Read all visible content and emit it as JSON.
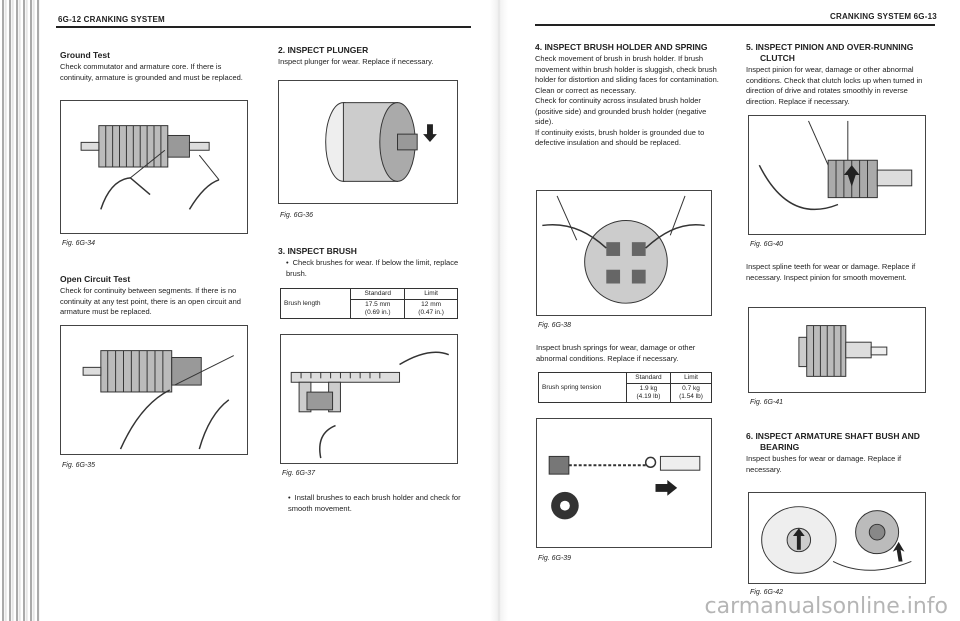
{
  "left": {
    "header": "6G-12 CRANKING SYSTEM",
    "ground": {
      "title": "Ground Test",
      "body": "Check commutator and armature core. If there is continuity, armature is grounded and must be replaced.",
      "fig": "Fig. 6G-34"
    },
    "open": {
      "title": "Open Circuit Test",
      "body": "Check for continuity between segments. If there is no continuity at any test point, there is an open circuit and armature must be replaced.",
      "fig": "Fig. 6G-35"
    },
    "plunger": {
      "title": "2. INSPECT PLUNGER",
      "body": "Inspect plunger for wear. Replace if necessary.",
      "fig": "Fig. 6G-36"
    },
    "brush": {
      "title": "3. INSPECT BRUSH",
      "bullet1": "Check brushes for wear. If below the limit, replace brush.",
      "table": {
        "h_standard": "Standard",
        "h_limit": "Limit",
        "row": "Brush length",
        "std1": "17.5 mm",
        "std2": "(0.69 in.)",
        "lim1": "12 mm",
        "lim2": "(0.47 in.)"
      },
      "fig": "Fig. 6G-37",
      "bullet2": "Install brushes to each brush holder and check for smooth movement."
    }
  },
  "right": {
    "header": "CRANKING SYSTEM 6G-13",
    "holder": {
      "title": "4. INSPECT BRUSH HOLDER AND SPRING",
      "body": "Check movement of brush in brush holder. If brush movement within brush holder is sluggish, check brush holder for distortion and sliding faces for contamination.\nClean or correct as necessary.\nCheck for continuity across insulated brush holder (positive side) and grounded brush holder (negative side).\nIf continuity exists, brush holder is grounded due to defective insulation and should be replaced.",
      "fig1": "Fig. 6G-38",
      "body2": "Inspect brush springs for wear, damage or other abnormal conditions. Replace if necessary.",
      "table": {
        "h_standard": "Standard",
        "h_limit": "Limit",
        "row": "Brush spring tension",
        "std1": "1.9 kg",
        "std2": "(4.19 lb)",
        "lim1": "0.7 kg",
        "lim2": "(1.54 lb)"
      },
      "fig2": "Fig. 6G-39"
    },
    "pinion": {
      "title1": "5. INSPECT PINION AND OVER-RUNNING",
      "title2": "CLUTCH",
      "body": "Inspect pinion for wear, damage or other abnormal conditions. Check that clutch locks up when turned in direction of drive and rotates smoothly in reverse direction. Replace if necessary.",
      "fig1": "Fig. 6G-40",
      "body2": "Inspect spline teeth for wear or damage. Replace if necessary. Inspect pinion for smooth movement.",
      "fig2": "Fig. 6G-41"
    },
    "bush": {
      "title1": "6. INSPECT ARMATURE SHAFT BUSH AND",
      "title2": "BEARING",
      "body": "Inspect bushes for wear or damage. Replace if necessary.",
      "fig": "Fig. 6G-42"
    }
  },
  "watermark": "carmanualsonline.info"
}
